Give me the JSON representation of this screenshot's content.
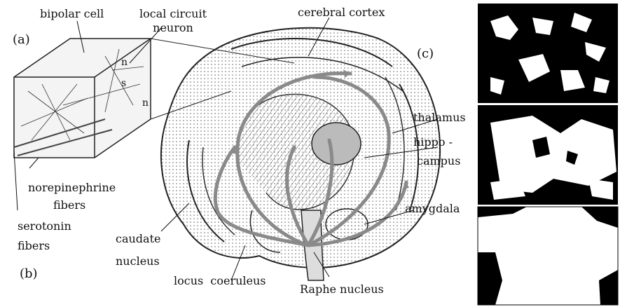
{
  "panel_labels": {
    "a": "(a)",
    "b": "(b)",
    "c": "(c)"
  },
  "cube_letters": {
    "n_top": "n",
    "s": "s",
    "n_bottom": "n"
  },
  "labels": {
    "bipolar_cell": "bipolar cell",
    "local_circuit_neuron_line1": "local circuit",
    "local_circuit_neuron_line2": "neuron",
    "cerebral_cortex": "cerebral cortex",
    "thalamus": "thalamus",
    "hippocampus_line1": "hippo -",
    "hippocampus_line2": "campus",
    "norepinephrine_fibers_line1": "norepinephrine",
    "norepinephrine_fibers_line2": "fibers",
    "serotonin_fibers_line1": "serotonin",
    "serotonin_fibers_line2": "fibers",
    "caudate_nucleus_line1": "caudate",
    "caudate_nucleus_line2": "nucleus",
    "amygdala": "amygdala",
    "locus_coeruleus": "locus  coeruleus",
    "raphe_nucleus": "Raphe nucleus"
  },
  "colors": {
    "ink": "#111111",
    "pathway_gray": "#8a8a8a",
    "panel_black": "#000000",
    "panel_white": "#ffffff"
  }
}
